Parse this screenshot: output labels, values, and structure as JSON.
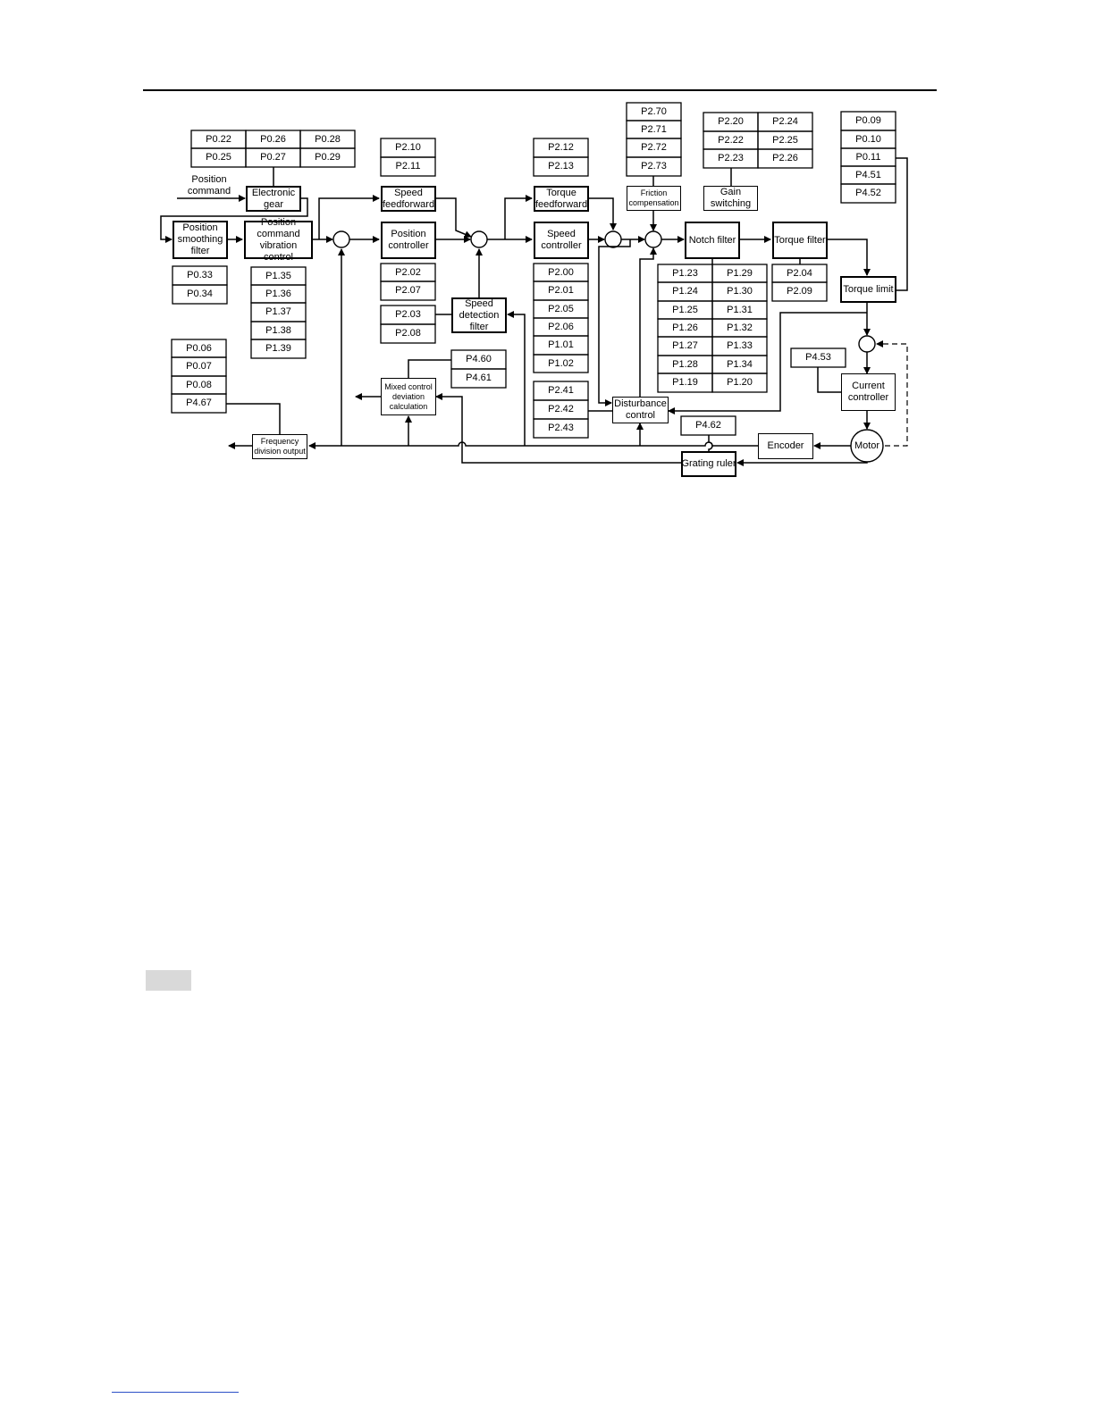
{
  "blocks": {
    "position_command": "Position command",
    "electronic_gear": "Electronic gear",
    "position_smoothing_filter": "Position smoothing filter",
    "position_command_vibration_control": "Position command vibration control",
    "speed_feedforward": "Speed feedforward",
    "position_controller": "Position controller",
    "torque_feedforward": "Torque feedforward",
    "speed_controller": "Speed controller",
    "friction_compensation": "Friction compensation",
    "gain_switching": "Gain switching",
    "notch_filter": "Notch filter",
    "torque_filter": "Torque filter",
    "torque_limit": "Torque limit",
    "speed_detection_filter": "Speed detection filter",
    "mixed_control": "Mixed control deviation calculation",
    "disturbance_control": "Disturbance control",
    "current_controller": "Current controller",
    "encoder": "Encoder",
    "motor": "Motor",
    "grating_ruler": "Grating ruler",
    "frequency_division_output": "Frequency division output"
  },
  "params": {
    "electronic_gear": [
      "P0.22",
      "P0.26",
      "P0.28",
      "P0.25",
      "P0.27",
      "P0.29"
    ],
    "position_smoothing": [
      "P0.33",
      "P0.34"
    ],
    "vibration_control": [
      "P1.35",
      "P1.36",
      "P1.37",
      "P1.38",
      "P1.39"
    ],
    "speed_feedforward": [
      "P2.10",
      "P2.11"
    ],
    "position_controller": [
      "P2.02",
      "P2.07"
    ],
    "speed_detection": [
      "P2.03",
      "P2.08"
    ],
    "torque_feedforward": [
      "P2.12",
      "P2.13"
    ],
    "speed_controller": [
      "P2.00",
      "P2.01",
      "P2.05",
      "P2.06",
      "P1.01",
      "P1.02"
    ],
    "disturbance": [
      "P2.41",
      "P2.42",
      "P2.43"
    ],
    "friction": [
      "P2.70",
      "P2.71",
      "P2.72",
      "P2.73"
    ],
    "gain_switching": [
      "P2.20",
      "P2.24",
      "P2.22",
      "P2.25",
      "P2.23",
      "P2.26"
    ],
    "notch_filter": [
      "P1.23",
      "P1.29",
      "P1.24",
      "P1.30",
      "P1.25",
      "P1.31",
      "P1.26",
      "P1.32",
      "P1.27",
      "P1.33",
      "P1.28",
      "P1.34",
      "P1.19",
      "P1.20"
    ],
    "torque_filter": [
      "P2.04",
      "P2.09"
    ],
    "torque_limit": [
      "P0.09",
      "P0.10",
      "P0.11",
      "P4.51",
      "P4.52"
    ],
    "current_controller": [
      "P4.53"
    ],
    "frequency_division": [
      "P0.06",
      "P0.07",
      "P0.08",
      "P4.67"
    ],
    "mixed_control": [
      "P4.60",
      "P4.61"
    ],
    "grating_ruler": [
      "P4.62"
    ]
  }
}
